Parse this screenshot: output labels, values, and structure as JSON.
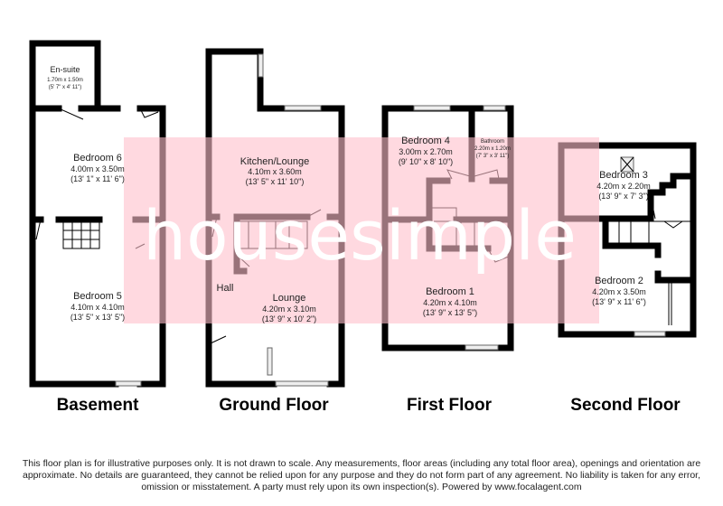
{
  "watermark": "housesimple",
  "colors": {
    "watermark_bg": "#ffc0cb",
    "wall": "#000000"
  },
  "floors": [
    {
      "name": "Basement",
      "rooms": [
        {
          "name": "En-suite",
          "metric": "1.70m x 1.50m",
          "imperial": "(5' 7\" x 4' 11\")"
        },
        {
          "name": "Bedroom 6",
          "metric": "4.00m x 3.50m",
          "imperial": "(13' 1\" x 11' 6\")"
        },
        {
          "name": "Bedroom 5",
          "metric": "4.10m x 4.10m",
          "imperial": "(13' 5\" x 13' 5\")"
        }
      ]
    },
    {
      "name": "Ground Floor",
      "rooms": [
        {
          "name": "Kitchen/Lounge",
          "metric": "4.10m x 3.60m",
          "imperial": "(13' 5\" x 11' 10\")"
        },
        {
          "name": "Hall"
        },
        {
          "name": "Lounge",
          "metric": "4.20m x 3.10m",
          "imperial": "(13' 9\" x 10' 2\")"
        }
      ]
    },
    {
      "name": "First Floor",
      "rooms": [
        {
          "name": "Bedroom 4",
          "metric": "3.00m x 2.70m",
          "imperial": "(9' 10\" x 8' 10\")"
        },
        {
          "name": "Bathroom",
          "metric": "2.20m x 1.20m",
          "imperial": "(7' 3\" x 3' 11\")"
        },
        {
          "name": "Bedroom 1",
          "metric": "4.20m x 4.10m",
          "imperial": "(13' 9\" x 13' 5\")"
        }
      ]
    },
    {
      "name": "Second Floor",
      "rooms": [
        {
          "name": "Bedroom 3",
          "metric": "4.20m x 2.20m",
          "imperial": "(13' 9\" x 7' 3\")"
        },
        {
          "name": "Bedroom 2",
          "metric": "4.20m x 3.50m",
          "imperial": "(13' 9\" x 11' 6\")"
        }
      ]
    }
  ],
  "disclaimer": "This floor plan is for illustrative purposes only. It is not drawn to scale. Any measurements, floor areas (including any total floor area), openings and orientation are approximate. No details are guaranteed, they cannot be relied upon for any purpose and they do not form part of any agreement. No liability is taken for any error, omission or misstatement. A party must rely upon its own inspection(s). Powered by www.focalagent.com"
}
